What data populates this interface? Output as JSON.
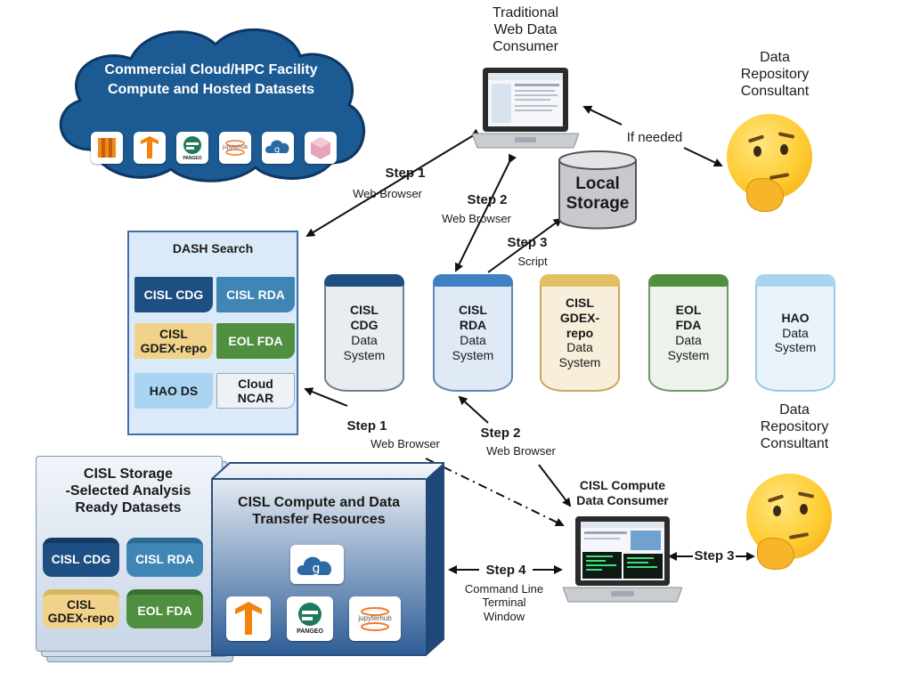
{
  "cloud": {
    "title_line1": "Commercial Cloud/HPC Facility",
    "title_line2": "Compute and Hosted Datasets",
    "icons": [
      "aws-tile-icon",
      "tensorflow-tile-icon",
      "pangeo-tile-icon",
      "jupyterhub-tile-icon",
      "globus-tile-icon",
      "cube-tile-icon"
    ],
    "pangeo_label": "PANGEO",
    "jupyter_label": "jupyterhub"
  },
  "web_consumer": {
    "line1": "Traditional",
    "line2": "Web Data",
    "line3": "Consumer"
  },
  "local_storage": {
    "line1": "Local",
    "line2": "Storage"
  },
  "consultant_top": {
    "line1": "Data",
    "line2": "Repository",
    "line3": "Consultant",
    "if_needed": "If needed"
  },
  "consultant_bottom": {
    "line1": "Data",
    "line2": "Repository",
    "line3": "Consultant",
    "step": "Step 3"
  },
  "steps_top": {
    "step1": "Step 1",
    "step1_sub": "Web Browser",
    "step2": "Step 2",
    "step2_sub": "Web Browser",
    "step3": "Step 3",
    "step3_sub": "Script"
  },
  "dash": {
    "title": "DASH Search",
    "items": [
      "CISL CDG",
      "CISL RDA",
      "CISL GDEX-repo",
      "EOL FDA",
      "HAO DS",
      "Cloud NCAR"
    ],
    "gdex_line1": "CISL",
    "gdex_line2": "GDEX-repo",
    "cloud_line1": "Cloud",
    "cloud_line2": "NCAR"
  },
  "data_systems": [
    {
      "line1": "CISL",
      "line2": "CDG",
      "line3": "Data",
      "line4": "System"
    },
    {
      "line1": "CISL",
      "line2": "RDA",
      "line3": "Data",
      "line4": "System"
    },
    {
      "line1": "CISL",
      "line2": "GDEX-",
      "line3": "repo",
      "line4": "Data",
      "line5": "System"
    },
    {
      "line1": "EOL",
      "line2": "FDA",
      "line3": "Data",
      "line4": "System"
    },
    {
      "line1": "HAO",
      "line2": "Data",
      "line3": "System"
    }
  ],
  "steps_mid": {
    "step1": "Step 1",
    "step1_sub": "Web Browser",
    "step2": "Step 2",
    "step2_sub": "Web Browser"
  },
  "storage": {
    "title_line1": "CISL Storage",
    "title_line2": "-Selected Analysis",
    "title_line3": "Ready Datasets",
    "cdg": "CISL CDG",
    "rda": "CISL RDA",
    "gdex_line1": "CISL",
    "gdex_line2": "GDEX-repo",
    "eol": "EOL FDA"
  },
  "compute": {
    "title_line1": "CISL Compute and Data",
    "title_line2": "Transfer Resources",
    "pangeo_label": "PANGEO",
    "jupyter_label": "jupyterhub"
  },
  "compute_consumer": {
    "line1": "CISL Compute",
    "line2": "Data Consumer"
  },
  "step4": {
    "label": "Step 4",
    "line1": "Command Line",
    "line2": "Terminal",
    "line3": "Window"
  },
  "colors": {
    "cloud": "#1c5a93",
    "dash_bg": "#dbeaf8",
    "cdg": "#1e4f82",
    "rda": "#3f86b4",
    "gdex": "#f0d289",
    "eol": "#4f8f3f",
    "hao": "#a8d4f2",
    "cloud_ncar": "#eef2f7"
  }
}
